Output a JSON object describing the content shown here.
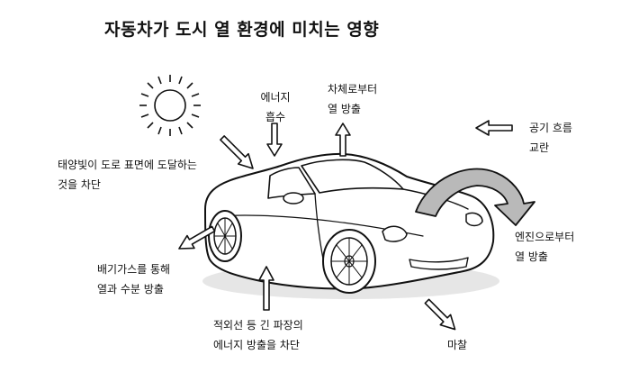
{
  "title": "자동차가 도시 열 환경에 미치는 영향",
  "labels": {
    "energy_absorb": [
      "에너지",
      "흡수"
    ],
    "body_heat": [
      "차체로부터",
      "열 방출"
    ],
    "airflow": [
      "공기 흐름",
      "교란"
    ],
    "sunlight_block": [
      "태양빛이 도로 표면에 도달하는",
      "것을 차단"
    ],
    "exhaust": [
      "배기가스를 통해",
      "열과 수분 방출"
    ],
    "infrared_block": [
      "적외선 등 긴 파장의",
      "에너지 방출을 차단"
    ],
    "engine_heat": [
      "엔진으로부터",
      "열 방출"
    ],
    "friction": "마찰"
  },
  "icons": [
    "sun-icon",
    "car-illustration",
    "arrow-icon"
  ],
  "colors": {
    "line": "#111111",
    "engine_arrow_fill": "#b9b9b9",
    "shadow": "#e6e6e6"
  }
}
